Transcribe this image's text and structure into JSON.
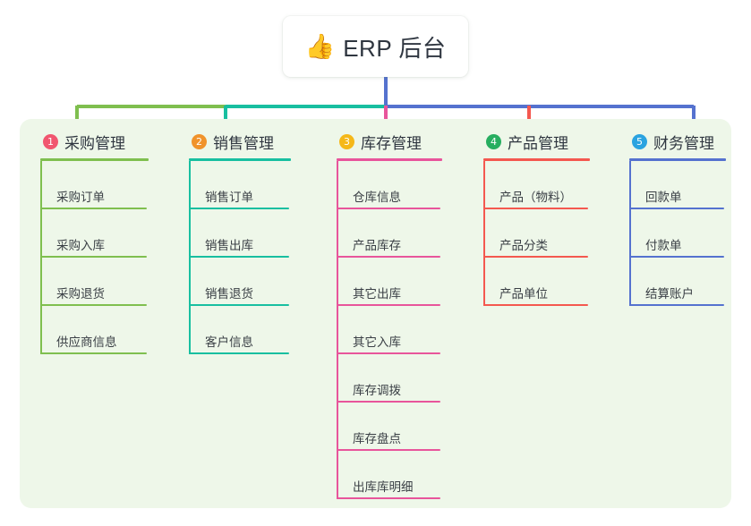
{
  "root": {
    "emoji": "👍",
    "emoji_name": "thumbs-up-icon",
    "title": "ERP 后台"
  },
  "colors": {
    "panel_background": "#eef7e9",
    "page_background": "#ffffff",
    "title_text": "#2f3640",
    "item_text": "#3a3f45"
  },
  "chart_data": {
    "type": "diagram",
    "layout": "org-chart",
    "root": "👍 ERP 后台",
    "columns": 5
  },
  "columns": [
    {
      "index": "1",
      "badge_color": "#f1566f",
      "line_color": "#7fbf4f",
      "title": "采购管理",
      "items": [
        {
          "label": "采购订单"
        },
        {
          "label": "采购入库"
        },
        {
          "label": "采购退货"
        },
        {
          "label": "供应商信息"
        }
      ]
    },
    {
      "index": "2",
      "badge_color": "#f0932b",
      "line_color": "#18bfa0",
      "title": "销售管理",
      "items": [
        {
          "label": "销售订单"
        },
        {
          "label": "销售出库"
        },
        {
          "label": "销售退货"
        },
        {
          "label": "客户信息"
        }
      ]
    },
    {
      "index": "3",
      "badge_color": "#f5b819",
      "line_color": "#e8559b",
      "title": "库存管理",
      "items": [
        {
          "label": "仓库信息"
        },
        {
          "label": "产品库存"
        },
        {
          "label": "其它出库"
        },
        {
          "label": "其它入库"
        },
        {
          "label": "库存调拨"
        },
        {
          "label": "库存盘点"
        },
        {
          "label": "出库库明细"
        }
      ]
    },
    {
      "index": "4",
      "badge_color": "#27ae60",
      "line_color": "#f4584f",
      "title": "产品管理",
      "items": [
        {
          "label": "产品（物料）"
        },
        {
          "label": "产品分类"
        },
        {
          "label": "产品单位"
        }
      ]
    },
    {
      "index": "5",
      "badge_color": "#2aa3e0",
      "line_color": "#5572cf",
      "title": "财务管理",
      "items": [
        {
          "label": "回款单"
        },
        {
          "label": "付款单"
        },
        {
          "label": "结算账户"
        }
      ]
    }
  ],
  "connectors": {
    "trunk_color": "#5572cf",
    "branch_colors": [
      "#7fbf4f",
      "#18bfa0",
      "#e8559b",
      "#f4584f",
      "#5572cf"
    ]
  }
}
